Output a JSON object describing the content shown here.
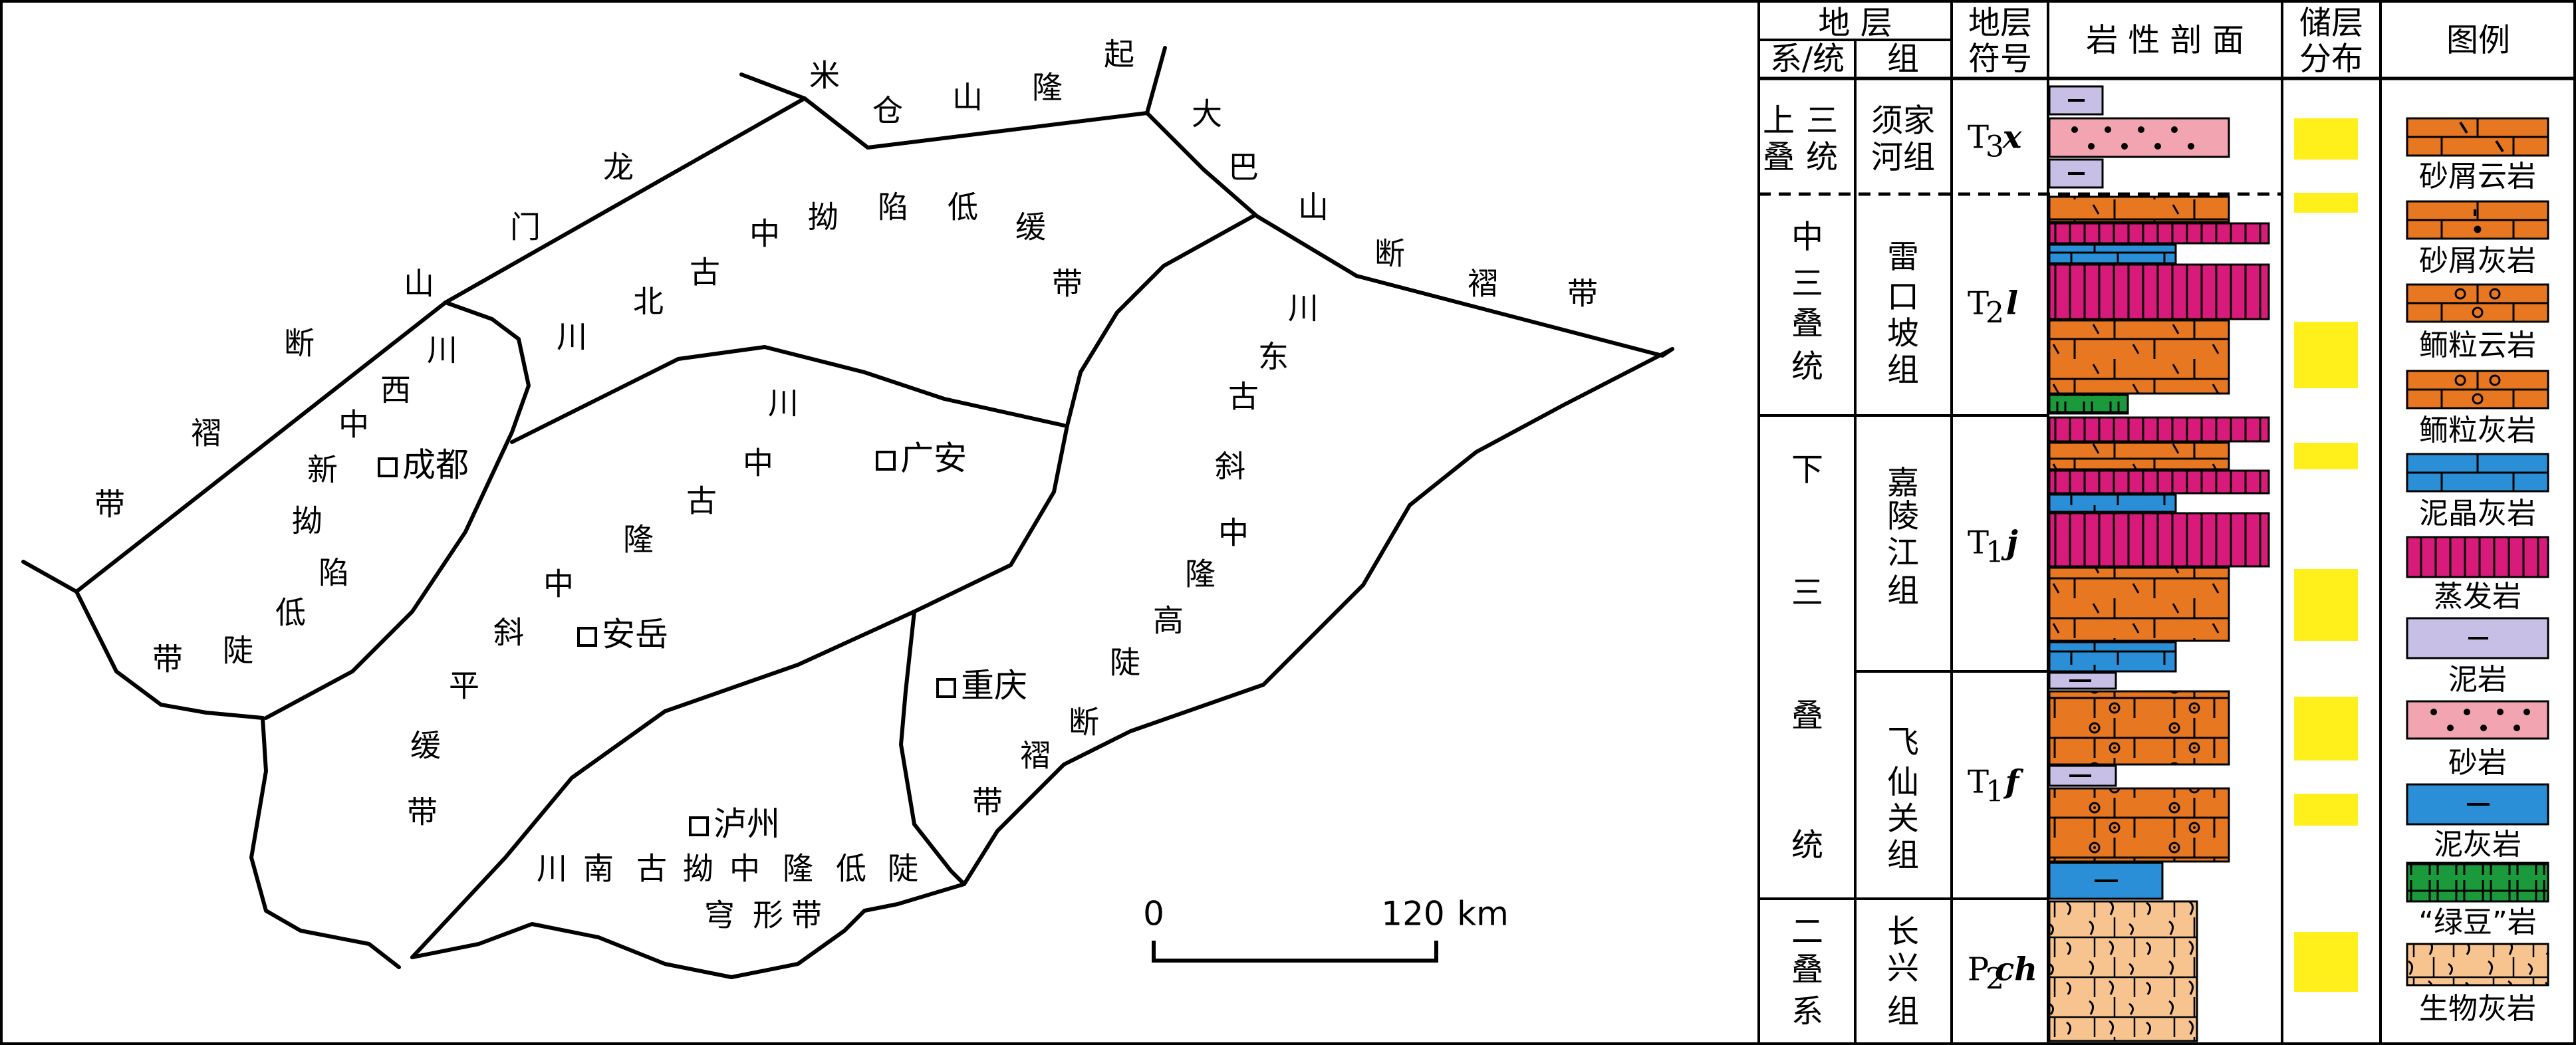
{
  "map": {
    "zones": [
      {
        "name": "zone-micang",
        "chars": [
          "米",
          "仓",
          "山",
          "隆",
          "起"
        ]
      },
      {
        "name": "zone-daba",
        "chars": [
          "大",
          "巴",
          "山",
          "断",
          "褶",
          "带"
        ]
      },
      {
        "name": "zone-longmen",
        "chars": [
          "龙",
          "门",
          "山",
          "断",
          "褶",
          "带"
        ]
      },
      {
        "name": "zone-chuanbei",
        "chars": [
          "川",
          "北",
          "古",
          "中",
          "拗",
          "陷",
          "低",
          "缓",
          "带"
        ]
      },
      {
        "name": "zone-chuanxi",
        "chars": [
          "川",
          "西",
          "中",
          "新",
          "拗",
          "陷",
          "低",
          "陡",
          "带"
        ]
      },
      {
        "name": "zone-chuanzhong",
        "chars": [
          "川",
          "中",
          "古",
          "隆",
          "中",
          "斜",
          "平",
          "缓",
          "带"
        ]
      },
      {
        "name": "zone-chuandong",
        "chars": [
          "川",
          "东",
          "古",
          "斜",
          "中",
          "隆",
          "高",
          "陡",
          "断",
          "褶",
          "带"
        ]
      },
      {
        "name": "zone-chuannan",
        "chars": [
          "川",
          "南",
          "古",
          "拗",
          "中",
          "隆",
          "低",
          "陡",
          "穹",
          "形",
          "带"
        ]
      }
    ],
    "cities": [
      {
        "id": "chengdu",
        "label": "成都"
      },
      {
        "id": "guangan",
        "label": "广安"
      },
      {
        "id": "anyue",
        "label": "安岳"
      },
      {
        "id": "chongqing",
        "label": "重庆"
      },
      {
        "id": "luzhou",
        "label": "泸州"
      }
    ],
    "scale": {
      "start": "0",
      "end": "120",
      "unit": "km"
    }
  },
  "table": {
    "headers": {
      "strata": "地 层",
      "system": "系/统",
      "formation": "组",
      "symbol_top": "地层",
      "symbol_bottom": "符号",
      "lithology": "岩 性 剖 面",
      "reservoir_top": "储层",
      "reservoir_bottom": "分布",
      "legend": "图例"
    },
    "rows": [
      {
        "system": [
          "上",
          "三",
          "叠",
          "统"
        ],
        "formation": [
          "须家",
          "河组"
        ],
        "symbol": {
          "main": "T",
          "sub": "3",
          "italic": "x"
        }
      },
      {
        "system": [
          "中",
          "三",
          "叠",
          "统"
        ],
        "formation": [
          "雷",
          "口",
          "坡",
          "组"
        ],
        "symbol": {
          "main": "T",
          "sub": "2",
          "italic": "l"
        }
      },
      {
        "system": [
          "下",
          "三",
          "叠",
          "统"
        ],
        "formation": [
          "嘉",
          "陵",
          "江",
          "组"
        ],
        "symbol": {
          "main": "T",
          "sub": "1",
          "italic": "j"
        }
      },
      {
        "system": [],
        "formation": [
          "飞",
          "仙",
          "关",
          "组"
        ],
        "symbol": {
          "main": "T",
          "sub": "1",
          "italic": "f"
        }
      },
      {
        "system": [
          "二",
          "叠",
          "系"
        ],
        "formation": [
          "长",
          "兴",
          "组"
        ],
        "symbol": {
          "main": "P",
          "sub": "2",
          "italic": "ch"
        }
      }
    ],
    "legend": [
      {
        "label": "砂屑云岩",
        "color": "#e87722",
        "pattern": "dolomite-sand"
      },
      {
        "label": "砂屑灰岩",
        "color": "#e87722",
        "pattern": "limestone-sand"
      },
      {
        "label": "鲕粒云岩",
        "color": "#e87722",
        "pattern": "dolomite-oolite"
      },
      {
        "label": "鲕粒灰岩",
        "color": "#e87722",
        "pattern": "limestone-oolite"
      },
      {
        "label": "泥晶灰岩",
        "color": "#2a8fd6",
        "pattern": "micrite"
      },
      {
        "label": "蒸发岩",
        "color": "#d81b7a",
        "pattern": "evaporite"
      },
      {
        "label": "泥岩",
        "color": "#c7bfe6",
        "pattern": "mudstone"
      },
      {
        "label": "砂岩",
        "color": "#f2a4b0",
        "pattern": "sandstone"
      },
      {
        "label": "泥灰岩",
        "color": "#2a8fd6",
        "pattern": "marl"
      },
      {
        "label": "“绿豆”岩",
        "color": "#1a9a3a",
        "pattern": "green-bean"
      },
      {
        "label": "生物灰岩",
        "color": "#f7c48f",
        "pattern": "bioclastic"
      }
    ],
    "colors": {
      "reservoir": "#ffef1a",
      "orange": "#e87722",
      "magenta": "#d81b7a",
      "blue": "#2a8fd6",
      "lavender": "#c7bfe6",
      "pink": "#f2a4b0",
      "green": "#1a9a3a",
      "tan": "#f7c48f"
    }
  }
}
